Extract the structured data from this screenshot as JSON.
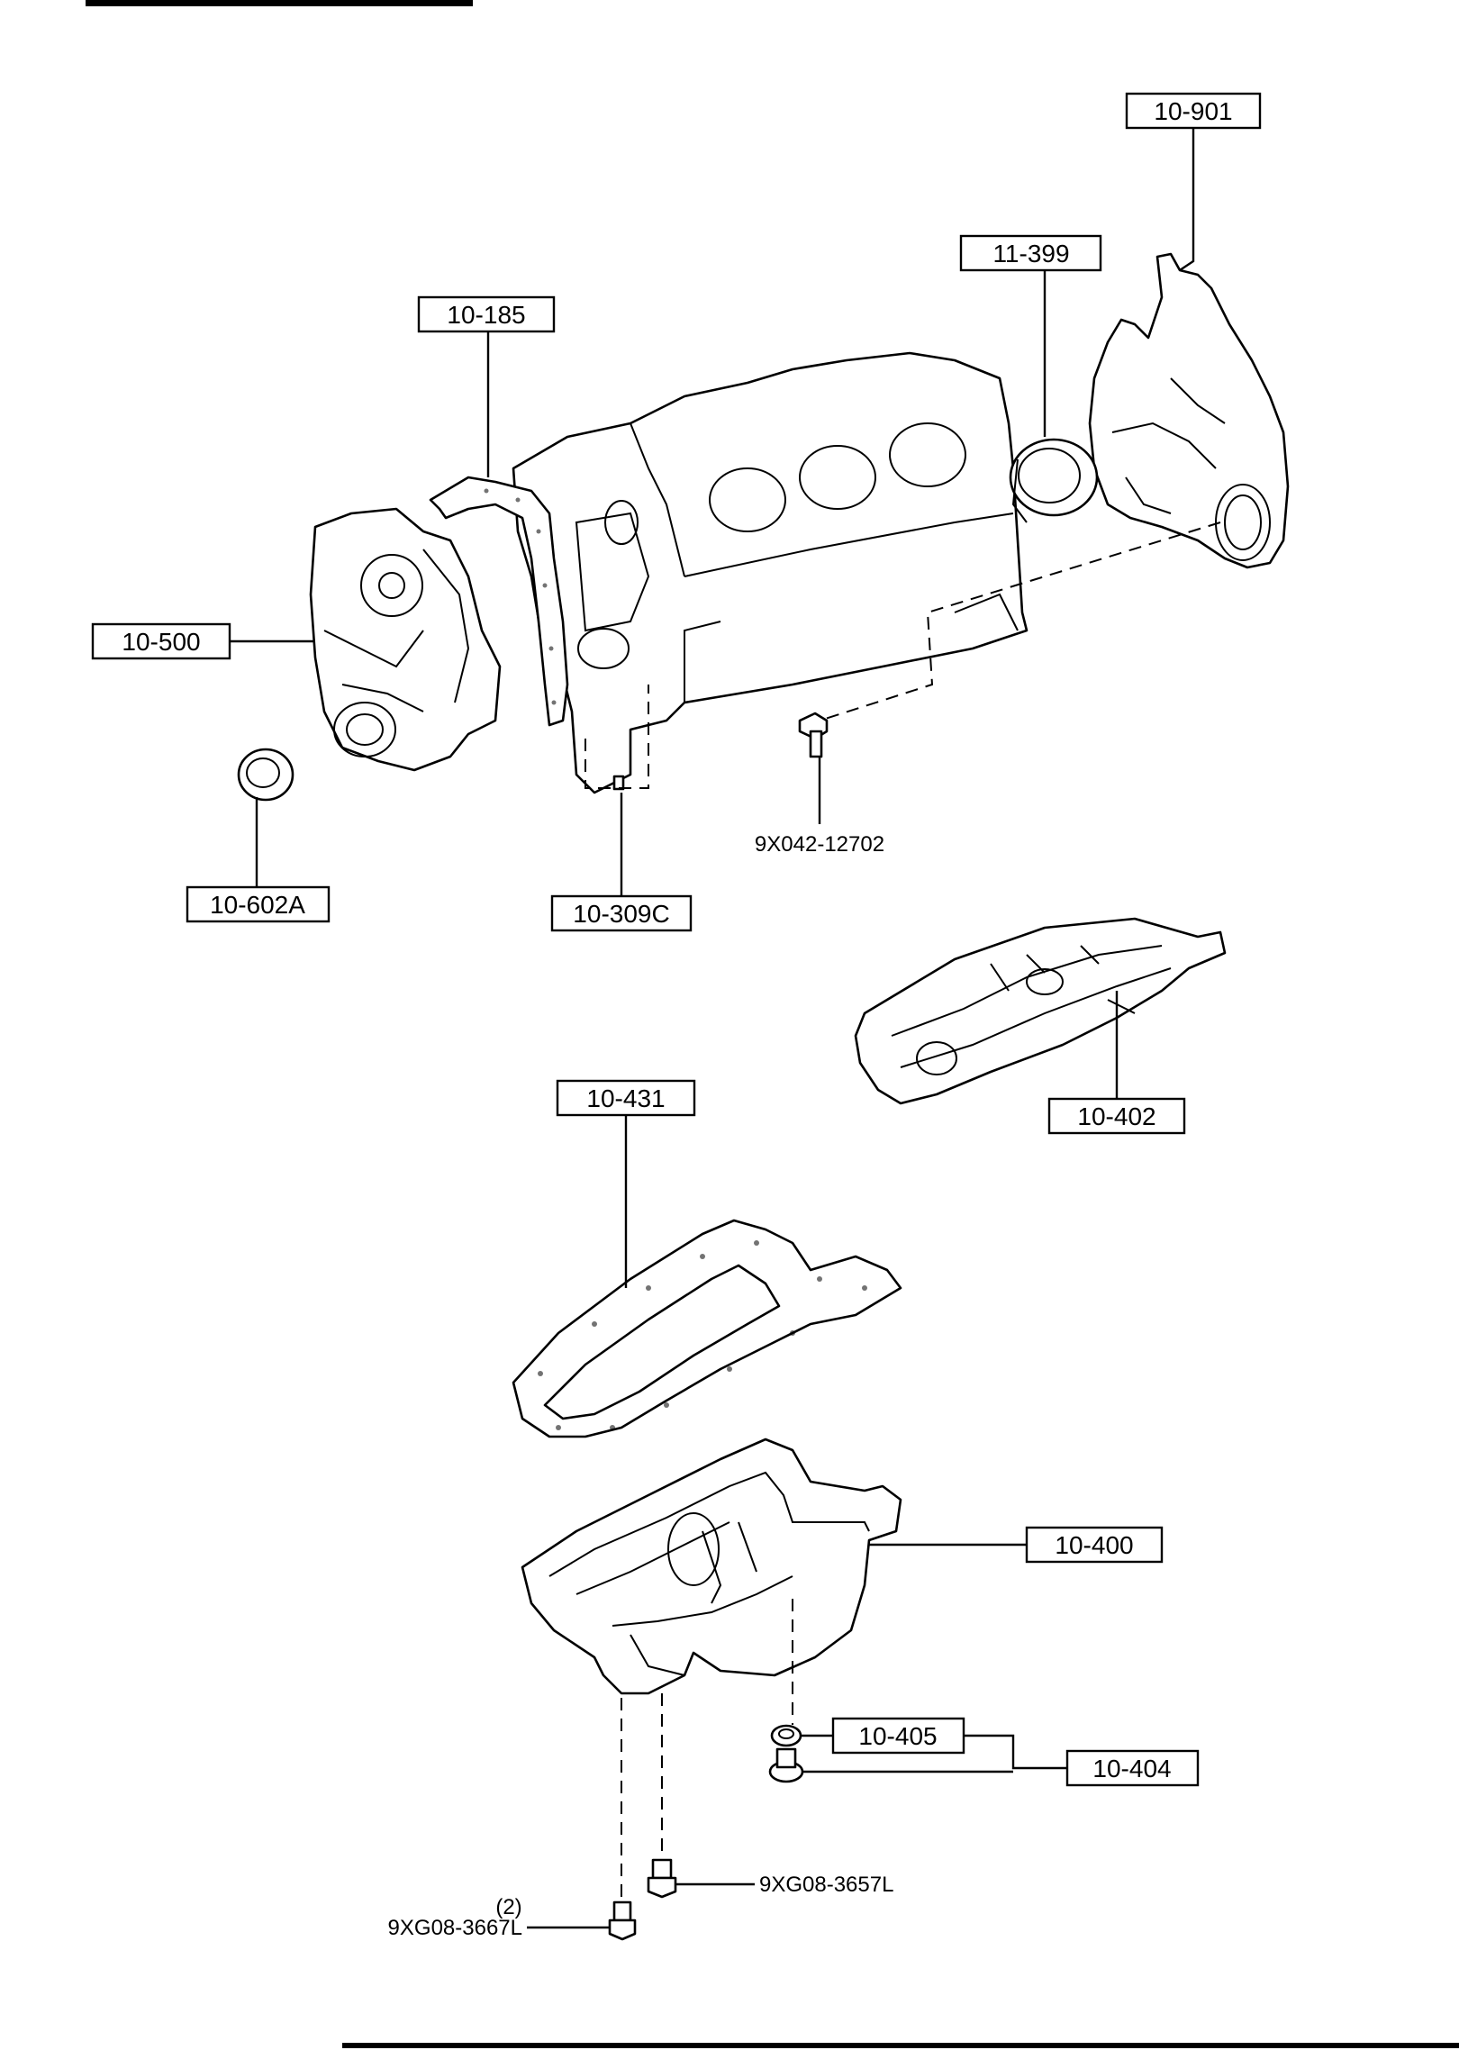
{
  "diagram": {
    "part_labels": {
      "p10_901": "10-901",
      "p11_399": "11-399",
      "p10_185": "10-185",
      "p10_500": "10-500",
      "p10_602A": "10-602A",
      "p10_309C": "10-309C",
      "p10_402": "10-402",
      "p10_431": "10-431",
      "p10_400": "10-400",
      "p10_405": "10-405",
      "p10_404": "10-404"
    },
    "plain_labels": {
      "bolt_9X042": "9X042-12702",
      "bolt_3657L": "9XG08-3657L",
      "bolt_3667L": "9XG08-3667L",
      "qty_3667L": "(2)"
    }
  }
}
